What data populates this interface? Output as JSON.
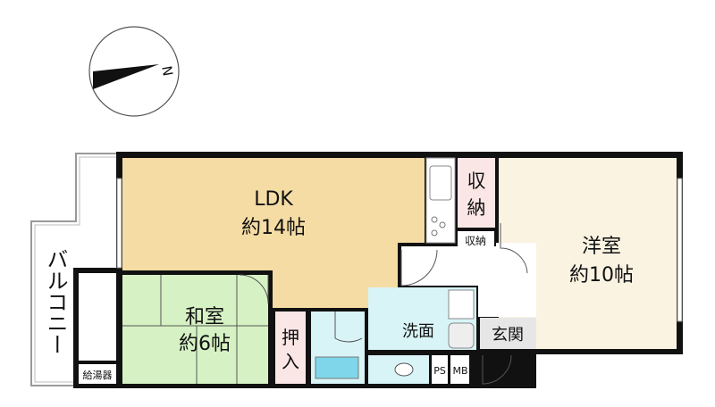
{
  "compass": {
    "north_label": "N"
  },
  "rooms": {
    "ldk": {
      "name": "LDK",
      "size": "約14帖"
    },
    "storage_large": {
      "name_top": "収",
      "name_bottom": "納"
    },
    "storage_small": {
      "name": "収納"
    },
    "western": {
      "name": "洋室",
      "size": "約10帖"
    },
    "japanese": {
      "name": "和室",
      "size": "約6帖"
    },
    "closet": {
      "name_top": "押",
      "name_bottom": "入"
    },
    "washroom": {
      "name": "洗面"
    },
    "entrance": {
      "name": "玄関"
    },
    "ps": {
      "name": "PS"
    },
    "mb": {
      "name": "MB"
    },
    "water_heater": {
      "name": "給湯器"
    },
    "balcony": {
      "name": "バルコニー"
    }
  },
  "colors": {
    "ldk": "#f5dca4",
    "western": "#fbf3e2",
    "japanese": "#d6f2c4",
    "storage": "#fbe6e6",
    "wet": "#d8f4f7",
    "entrance": "#e6e6e6",
    "wall": "#111111"
  }
}
